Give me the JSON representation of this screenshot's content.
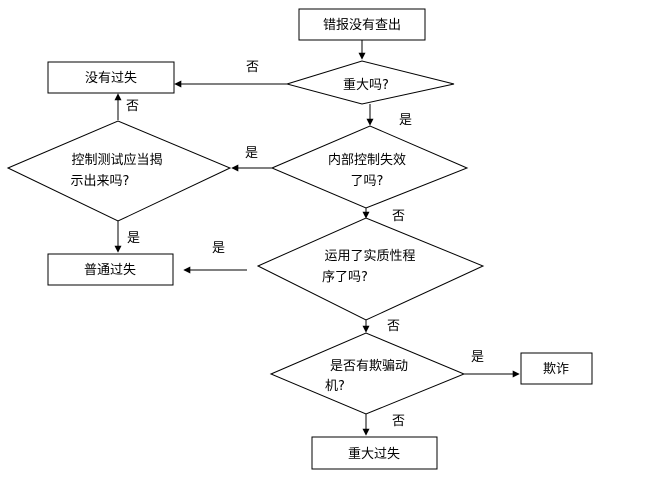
{
  "diagram": {
    "nodes": {
      "start": {
        "lines": [
          "错报没有查出"
        ]
      },
      "major_q": {
        "lines": [
          "重大吗?"
        ]
      },
      "no_misstatement": {
        "lines": [
          "没有过失"
        ]
      },
      "control_q": {
        "lines": [
          "内部控制失效",
          "了吗?"
        ]
      },
      "test_q": {
        "lines": [
          "控制测试应当揭",
          "示出来吗?"
        ]
      },
      "ordinary": {
        "lines": [
          "普通过失"
        ]
      },
      "substantive_q": {
        "lines": [
          "运用了实质性程",
          "序了吗?"
        ]
      },
      "fraud_q": {
        "lines": [
          "是否有欺骗动",
          "机?"
        ]
      },
      "fraud": {
        "lines": [
          "欺诈"
        ]
      },
      "gross": {
        "lines": [
          "重大过失"
        ]
      }
    },
    "edge_labels": {
      "major_no": "否",
      "major_yes": "是",
      "control_yes": "是",
      "control_no": "否",
      "test_no": "否",
      "test_yes": "是",
      "substantive_yes": "是",
      "substantive_no": "否",
      "fraud_yes": "是",
      "fraud_no": "否"
    }
  }
}
